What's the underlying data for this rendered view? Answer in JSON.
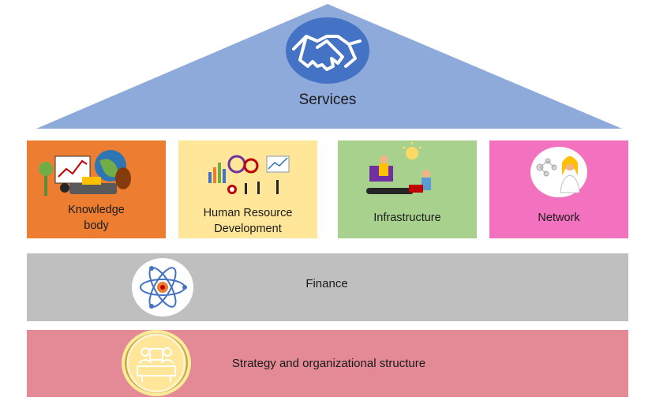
{
  "roof": {
    "label": "Services",
    "icon": "handshake-icon",
    "color": "#8eaadb",
    "icon_bg": "#4472c4"
  },
  "pillars": [
    {
      "label_line1": "Knowledge",
      "label_line2": "body",
      "color": "#ed7d31",
      "icon": "knowledge-illustration-icon"
    },
    {
      "label_line1": "Human Resource",
      "label_line2": "Development",
      "color": "#ffe699",
      "icon": "hr-analytics-illustration-icon"
    },
    {
      "label_line1": "Infrastructure",
      "label_line2": "",
      "color": "#a9d18e",
      "icon": "infrastructure-people-icon"
    },
    {
      "label_line1": "Network",
      "label_line2": "",
      "color": "#f272bf",
      "icon": "network-person-icon"
    }
  ],
  "bands": [
    {
      "label": "Finance",
      "color": "#bfbfbf",
      "icon": "atom-icon"
    },
    {
      "label": "Strategy and organizational structure",
      "color": "#e48a96",
      "icon": "meeting-table-icon"
    }
  ]
}
